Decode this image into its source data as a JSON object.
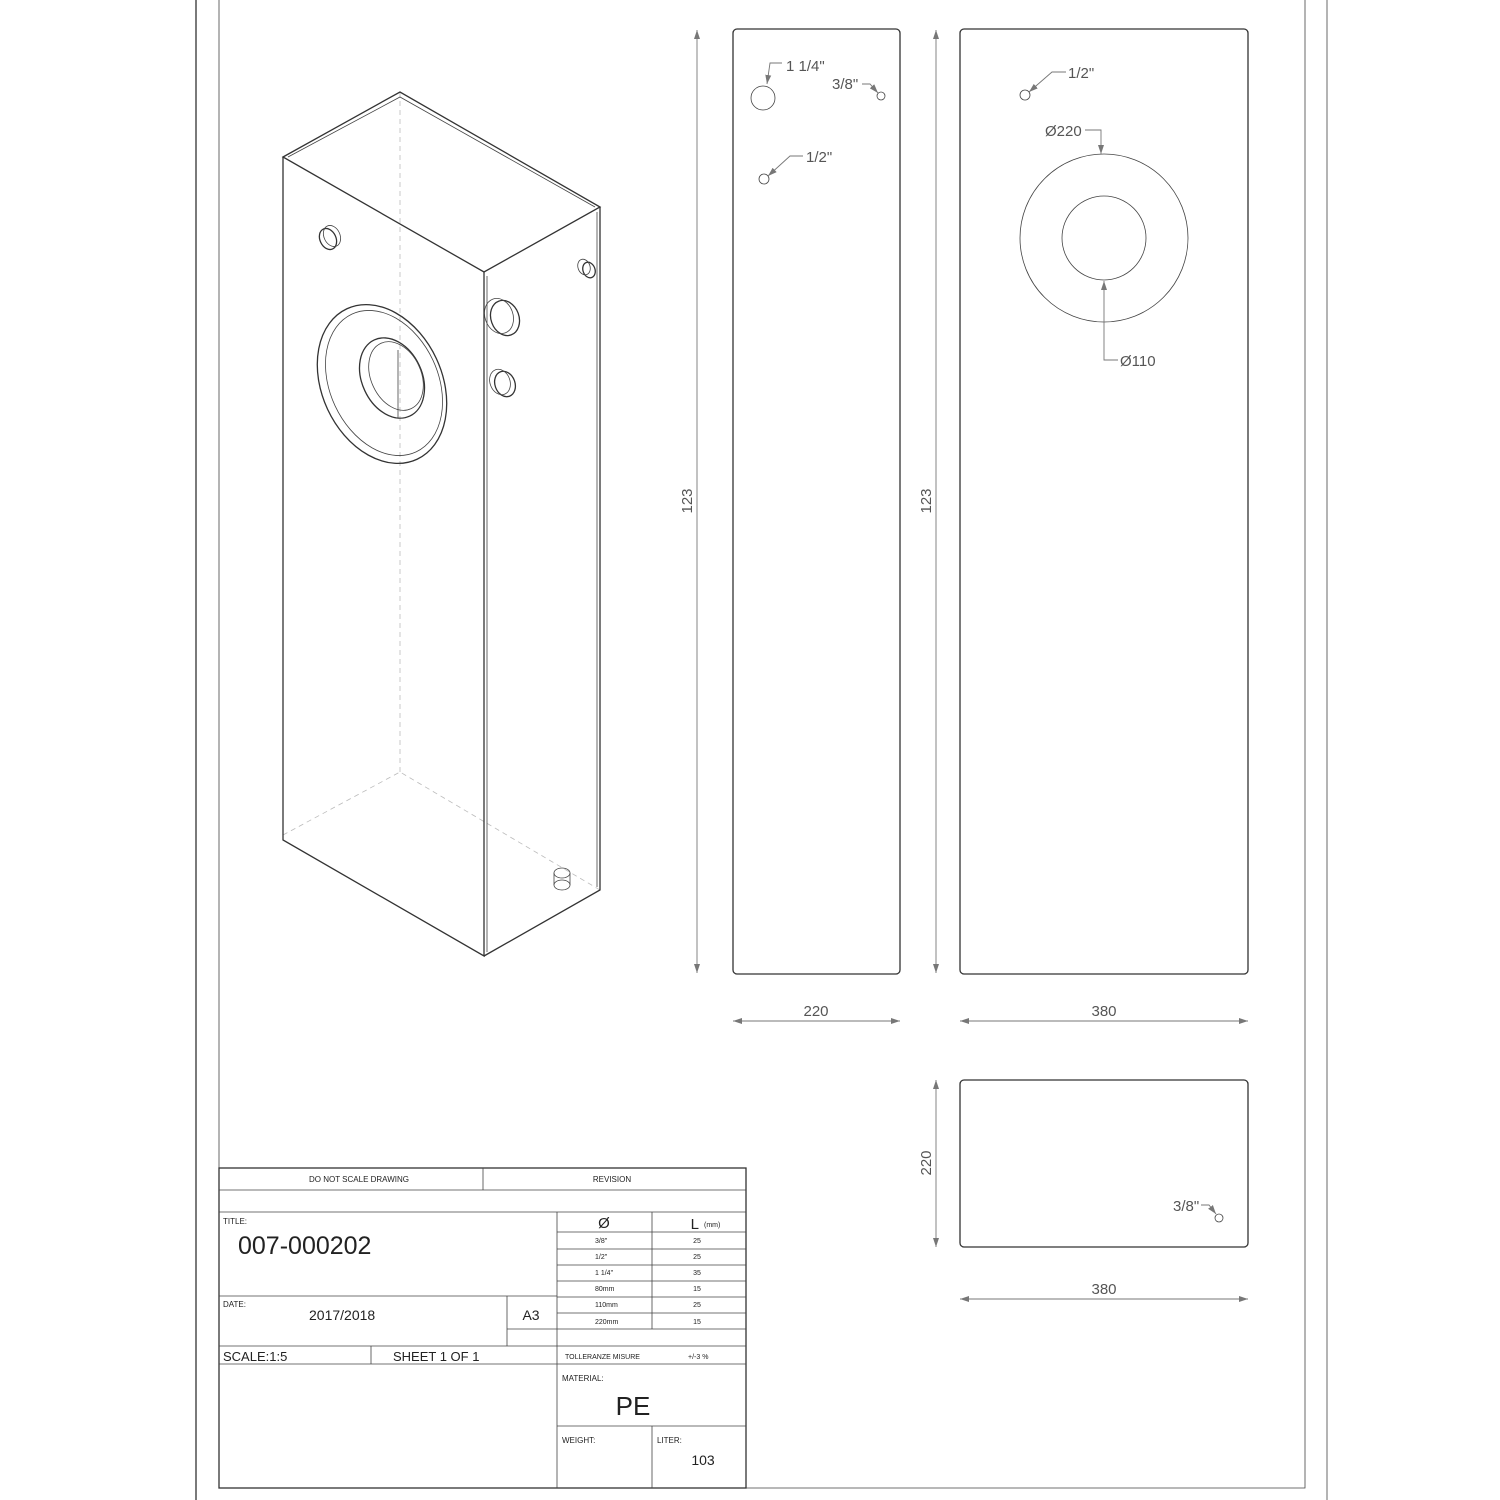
{
  "drawing": {
    "front_view": {
      "height_dim": "123",
      "width_dim": "220",
      "holes": [
        "1 1/4\"",
        "3/8\"",
        "1/2\""
      ]
    },
    "side_view": {
      "height_dim": "123",
      "width_dim": "380",
      "holes": [
        "1/2\""
      ],
      "outer_diameter": "Ø220",
      "inner_diameter": "Ø110"
    },
    "top_view": {
      "height_dim": "220",
      "width_dim": "380",
      "holes": [
        "3/8\""
      ]
    }
  },
  "title_block": {
    "do_not_scale": "DO NOT SCALE DRAWING",
    "revision": "REVISION",
    "title_label": "TITLE:",
    "title": "007-000202",
    "date_label": "DATE:",
    "date": "2017/2018",
    "paper_size": "A3",
    "scale": "SCALE:1:5",
    "sheet": "SHEET 1 OF 1",
    "table": {
      "col_diameter": "Ø",
      "col_length": "L",
      "col_length_unit": "(mm)",
      "rows": [
        {
          "d": "3/8\"",
          "l": "25"
        },
        {
          "d": "1/2\"",
          "l": "25"
        },
        {
          "d": "1 1/4\"",
          "l": "35"
        },
        {
          "d": "80mm",
          "l": "15"
        },
        {
          "d": "110mm",
          "l": "25"
        },
        {
          "d": "220mm",
          "l": "15"
        }
      ]
    },
    "tolerance_label": "TOLLERANZE MISURE",
    "tolerance_value": "+/-3 %",
    "material_label": "MATERIAL:",
    "material": "PE",
    "weight_label": "WEIGHT:",
    "liter_label": "LITER:",
    "liter": "103"
  }
}
